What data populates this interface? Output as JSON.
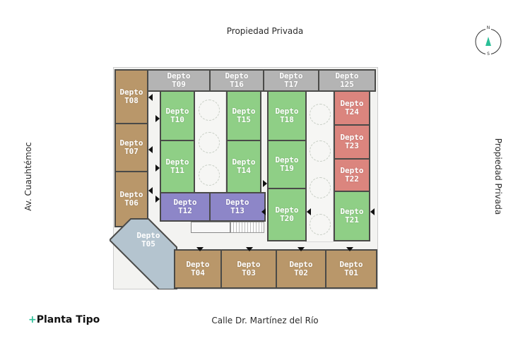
{
  "streets": {
    "top": "Propiedad Privada",
    "bottom": "Calle Dr. Martínez del Río",
    "left": "Av. Cuauhtémoc",
    "right": "Propiedad Privada"
  },
  "title": {
    "prefix": "+",
    "text": "Planta Tipo"
  },
  "compass": {
    "north": "N",
    "south": "S",
    "arrow_color": "#2bbf97"
  },
  "legend_colors": {
    "brown": "#b9976a",
    "gray": "#b4b4b4",
    "green": "#8fcf86",
    "red": "#db857e",
    "purple": "#8d86c8",
    "blue": "#b4c4cf"
  },
  "units": [
    {
      "id": "T01",
      "line1": "Depto",
      "line2": "T01",
      "color": "brown"
    },
    {
      "id": "T02",
      "line1": "Depto",
      "line2": "T02",
      "color": "brown"
    },
    {
      "id": "T03",
      "line1": "Depto",
      "line2": "T03",
      "color": "brown"
    },
    {
      "id": "T04",
      "line1": "Depto",
      "line2": "T04",
      "color": "brown"
    },
    {
      "id": "T05",
      "line1": "Depto",
      "line2": "T05",
      "color": "blue"
    },
    {
      "id": "T06",
      "line1": "Depto",
      "line2": "T06",
      "color": "brown"
    },
    {
      "id": "T07",
      "line1": "Depto",
      "line2": "T07",
      "color": "brown"
    },
    {
      "id": "T08",
      "line1": "Depto",
      "line2": "T08",
      "color": "brown"
    },
    {
      "id": "T09",
      "line1": "Depto",
      "line2": "T09",
      "color": "gray"
    },
    {
      "id": "T10",
      "line1": "Depto",
      "line2": "T10",
      "color": "green"
    },
    {
      "id": "T11",
      "line1": "Depto",
      "line2": "T11",
      "color": "green"
    },
    {
      "id": "T12",
      "line1": "Depto",
      "line2": "T12",
      "color": "purple"
    },
    {
      "id": "T13",
      "line1": "Depto",
      "line2": "T13",
      "color": "purple"
    },
    {
      "id": "T14",
      "line1": "Depto",
      "line2": "T14",
      "color": "green"
    },
    {
      "id": "T15",
      "line1": "Depto",
      "line2": "T15",
      "color": "green"
    },
    {
      "id": "T16",
      "line1": "Depto",
      "line2": "T16",
      "color": "gray"
    },
    {
      "id": "T17",
      "line1": "Depto",
      "line2": "T17",
      "color": "gray"
    },
    {
      "id": "T18",
      "line1": "Depto",
      "line2": "T18",
      "color": "green"
    },
    {
      "id": "T19",
      "line1": "Depto",
      "line2": "T19",
      "color": "green"
    },
    {
      "id": "T20",
      "line1": "Depto",
      "line2": "T20",
      "color": "green"
    },
    {
      "id": "T21",
      "line1": "Depto",
      "line2": "T21",
      "color": "green"
    },
    {
      "id": "T22",
      "line1": "Depto",
      "line2": "T22",
      "color": "red"
    },
    {
      "id": "T23",
      "line1": "Depto",
      "line2": "T23",
      "color": "red"
    },
    {
      "id": "T24",
      "line1": "Depto",
      "line2": "T24",
      "color": "red"
    },
    {
      "id": "T25",
      "line1": "Depto",
      "line2": "125",
      "color": "gray"
    }
  ]
}
